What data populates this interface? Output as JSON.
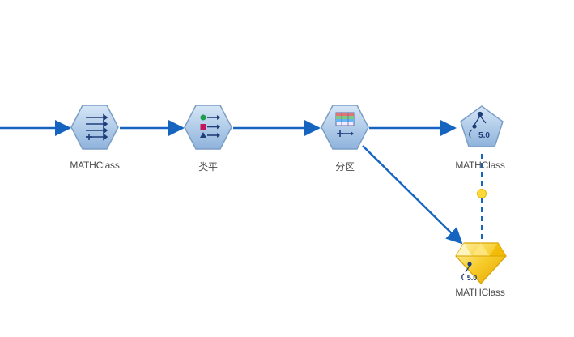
{
  "canvas": {
    "background": "#ffffff",
    "link_color": "#1565c0",
    "node_fill": "#a9c6e6",
    "node_stroke": "#7b9ec6",
    "model_gold": "#f5c21b"
  },
  "nodes": [
    {
      "id": "type",
      "label": "MATHClass",
      "icon": "field-type-arrows-icon"
    },
    {
      "id": "balance",
      "label": "类平",
      "icon": "balance-shapes-icon"
    },
    {
      "id": "partition",
      "label": "分区",
      "icon": "partition-grid-icon"
    },
    {
      "id": "c50",
      "label": "MATHClass",
      "icon": "c50-tree-modeler-icon",
      "badge": "5.0"
    },
    {
      "id": "nugget",
      "label": "MATHClass",
      "icon": "model-nugget-icon",
      "badge": "5.0"
    }
  ]
}
